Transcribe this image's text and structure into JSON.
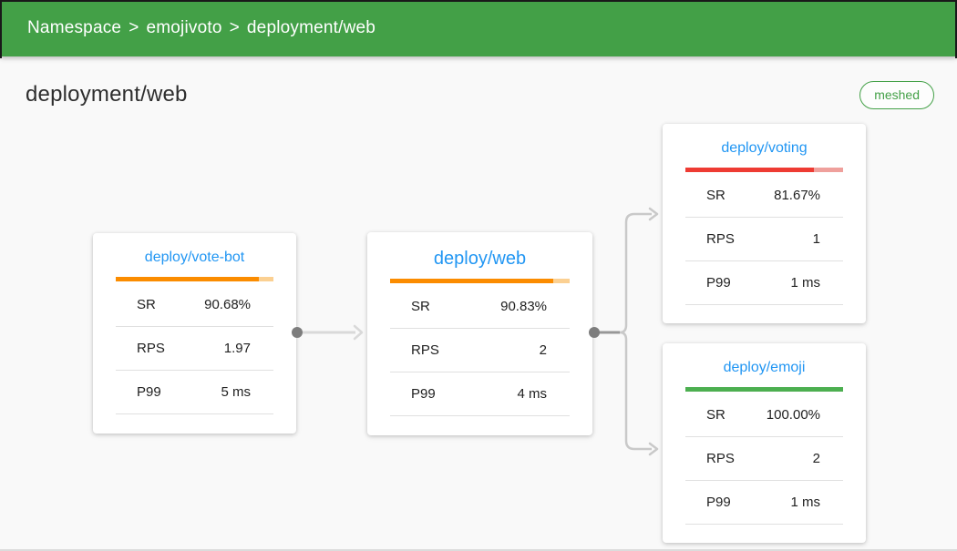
{
  "colors": {
    "appbar_green": "#43a047",
    "link_blue": "#2196f3",
    "meshed_green": "#43a047"
  },
  "appbar": {
    "breadcrumb": [
      "Namespace",
      "emojivoto",
      "deployment/web"
    ],
    "separator": ">"
  },
  "page": {
    "title": "deployment/web",
    "badge": "meshed"
  },
  "graph": {
    "nodes": [
      {
        "id": "vote-bot",
        "title": "deploy/vote-bot",
        "bar": {
          "percent": 90.68,
          "fill_color": "#fb8c00",
          "track_color": "#fbd092"
        },
        "rows": [
          {
            "label": "SR",
            "value": "90.68%"
          },
          {
            "label": "RPS",
            "value": "1.97"
          },
          {
            "label": "P99",
            "value": "5 ms"
          }
        ]
      },
      {
        "id": "web",
        "title": "deploy/web",
        "bar": {
          "percent": 90.83,
          "fill_color": "#fb8c00",
          "track_color": "#fbd092"
        },
        "rows": [
          {
            "label": "SR",
            "value": "90.83%"
          },
          {
            "label": "RPS",
            "value": "2"
          },
          {
            "label": "P99",
            "value": "4 ms"
          }
        ]
      },
      {
        "id": "voting",
        "title": "deploy/voting",
        "bar": {
          "percent": 81.67,
          "fill_color": "#ee3b33",
          "track_color": "#efa09c"
        },
        "rows": [
          {
            "label": "SR",
            "value": "81.67%"
          },
          {
            "label": "RPS",
            "value": "1"
          },
          {
            "label": "P99",
            "value": "1 ms"
          }
        ]
      },
      {
        "id": "emoji",
        "title": "deploy/emoji",
        "bar": {
          "percent": 100,
          "fill_color": "#4caf50",
          "track_color": "#4caf50"
        },
        "rows": [
          {
            "label": "SR",
            "value": "100.00%"
          },
          {
            "label": "RPS",
            "value": "2"
          },
          {
            "label": "P99",
            "value": "1 ms"
          }
        ]
      }
    ],
    "edges": [
      {
        "from": "deploy/vote-bot",
        "to": "deploy/web"
      },
      {
        "from": "deploy/web",
        "to": "deploy/voting"
      },
      {
        "from": "deploy/web",
        "to": "deploy/emoji"
      }
    ]
  }
}
